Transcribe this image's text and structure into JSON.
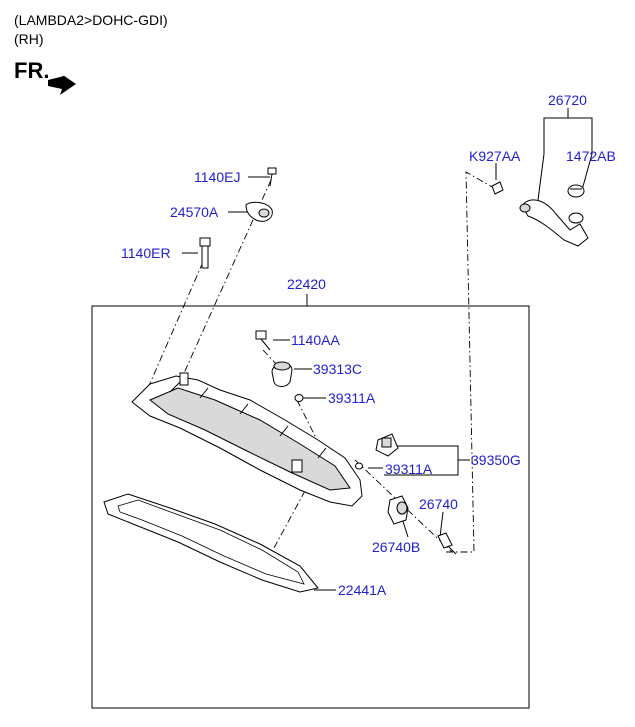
{
  "header": {
    "engine": "(LAMBDA2>DOHC-GDI)",
    "side": "(RH)",
    "front_label": "FR."
  },
  "icons": {
    "front_direction": "arrow-icon"
  },
  "colors": {
    "part_number": "#1f1fd0",
    "line": "#000000"
  },
  "parts": {
    "p26720": "26720",
    "pK927AA": "K927AA",
    "p1472AB": "1472AB",
    "p1140EJ": "1140EJ",
    "p24570A": "24570A",
    "p1140ER": "1140ER",
    "p22420": "22420",
    "p1140AA": "1140AA",
    "p39313C": "39313C",
    "p39311A_top": "39311A",
    "p39350G": "39350G",
    "p39311A_bot": "39311A",
    "p26740": "26740",
    "p26740B": "26740B",
    "p22441A": "22441A"
  }
}
